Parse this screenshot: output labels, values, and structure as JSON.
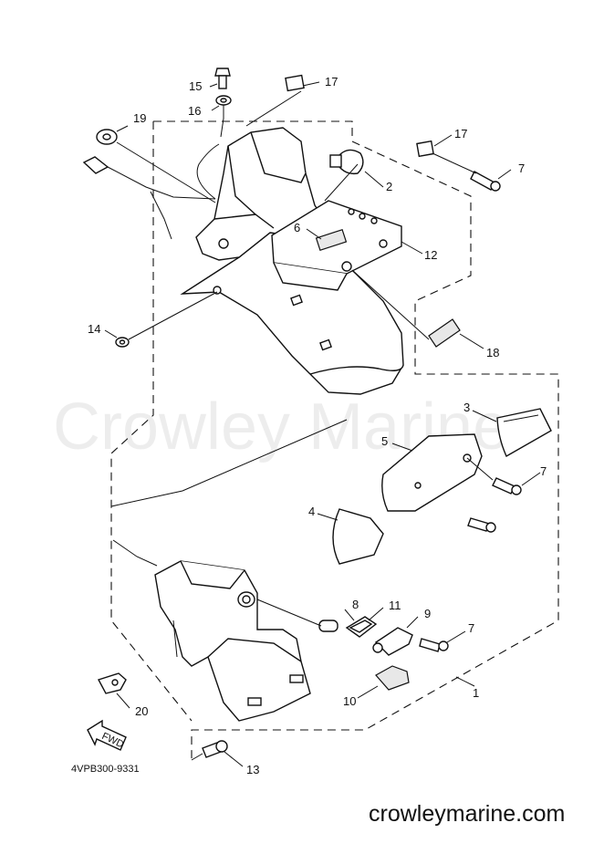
{
  "watermark": "Crowley Marine",
  "footer_site": "crowleymarine.com",
  "diagram_code": "4VPB300-9331",
  "fwd_label": "FWD",
  "callouts": {
    "c1": "1",
    "c2": "2",
    "c3": "3",
    "c4": "4",
    "c5": "5",
    "c6": "6",
    "c7a": "7",
    "c7b": "7",
    "c7c": "7",
    "c8": "8",
    "c9": "9",
    "c10": "10",
    "c11": "11",
    "c12": "12",
    "c13": "13",
    "c14": "14",
    "c15": "15",
    "c16": "16",
    "c17a": "17",
    "c17b": "17",
    "c18": "18",
    "c19": "19",
    "c20": "20"
  }
}
